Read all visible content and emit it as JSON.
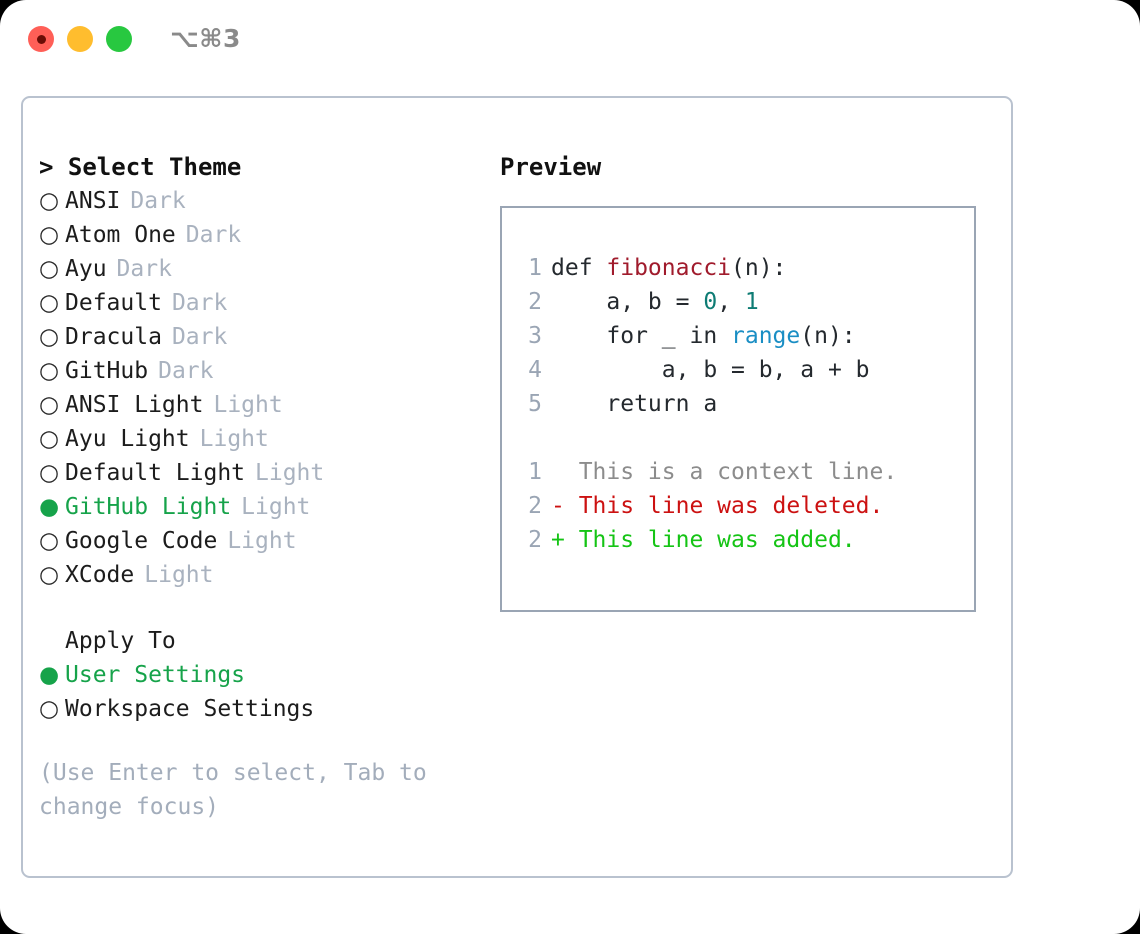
{
  "titlebar": {
    "shortcut": "⌥⌘3",
    "buttons": [
      {
        "name": "close",
        "color": "#ff5f57"
      },
      {
        "name": "minimize",
        "color": "#ffbd2e"
      },
      {
        "name": "zoom",
        "color": "#28c840"
      }
    ]
  },
  "theme_picker": {
    "heading": "> Select Theme",
    "bullet_selected": "●",
    "bullet_unselected": "○",
    "items": [
      {
        "name": "ANSI",
        "kind": "Dark",
        "selected": false
      },
      {
        "name": "Atom One",
        "kind": "Dark",
        "selected": false
      },
      {
        "name": "Ayu",
        "kind": "Dark",
        "selected": false
      },
      {
        "name": "Default",
        "kind": "Dark",
        "selected": false
      },
      {
        "name": "Dracula",
        "kind": "Dark",
        "selected": false
      },
      {
        "name": "GitHub",
        "kind": "Dark",
        "selected": false
      },
      {
        "name": "ANSI Light",
        "kind": "Light",
        "selected": false
      },
      {
        "name": "Ayu Light",
        "kind": "Light",
        "selected": false
      },
      {
        "name": "Default Light",
        "kind": "Light",
        "selected": false
      },
      {
        "name": "GitHub Light",
        "kind": "Light",
        "selected": true
      },
      {
        "name": "Google Code",
        "kind": "Light",
        "selected": false
      },
      {
        "name": "XCode",
        "kind": "Light",
        "selected": false
      }
    ]
  },
  "apply_to": {
    "label": "Apply To",
    "options": [
      {
        "name": "User Settings",
        "selected": true
      },
      {
        "name": "Workspace Settings",
        "selected": false
      }
    ]
  },
  "hint": "(Use Enter to select, Tab to change focus)",
  "preview": {
    "heading": "Preview",
    "code_lines": [
      {
        "number": "1",
        "tokens": [
          {
            "text": "def ",
            "type": "plain"
          },
          {
            "text": "fibonacci",
            "type": "fn"
          },
          {
            "text": "(n):",
            "type": "plain"
          }
        ]
      },
      {
        "number": "2",
        "tokens": [
          {
            "text": "    a, b = ",
            "type": "plain"
          },
          {
            "text": "0",
            "type": "num"
          },
          {
            "text": ", ",
            "type": "plain"
          },
          {
            "text": "1",
            "type": "num"
          }
        ]
      },
      {
        "number": "3",
        "tokens": [
          {
            "text": "    for _ in ",
            "type": "plain"
          },
          {
            "text": "range",
            "type": "call"
          },
          {
            "text": "(n):",
            "type": "plain"
          }
        ]
      },
      {
        "number": "4",
        "tokens": [
          {
            "text": "        a, b = b, a + b",
            "type": "plain"
          }
        ]
      },
      {
        "number": "5",
        "tokens": [
          {
            "text": "    return a",
            "type": "plain"
          }
        ]
      }
    ],
    "diff_lines": [
      {
        "number": "1",
        "marker": " ",
        "text": "  This is a context line.",
        "type": "ctx"
      },
      {
        "number": "2",
        "marker": "-",
        "text": "- This line was deleted.",
        "type": "del"
      },
      {
        "number": "2",
        "marker": "+",
        "text": "+ This line was added.",
        "type": "add"
      }
    ]
  },
  "colors": {
    "accent_green": "#16a34a",
    "diff_add": "#15c415",
    "diff_del": "#cc1111",
    "muted": "#a9b2bf",
    "border": "#b9c2cf",
    "preview_border": "#9aa5b4"
  }
}
